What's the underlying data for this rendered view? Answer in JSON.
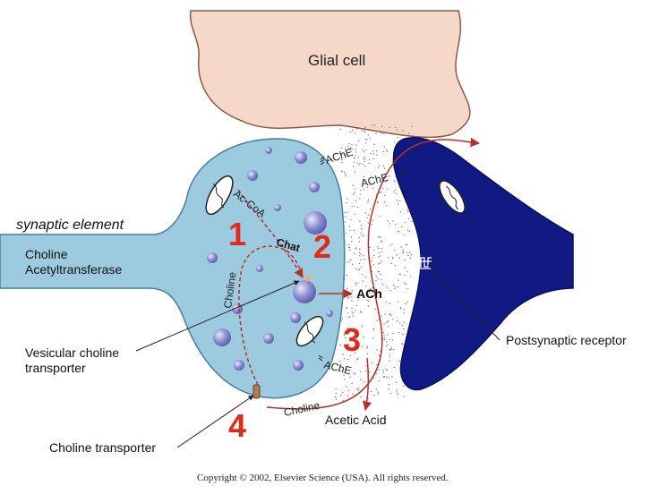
{
  "colors": {
    "glial": "#f6d8c8",
    "presynaptic": "#9ccbe0",
    "postsynaptic": "#101a82",
    "vesicle": "#7d80c8",
    "arrow": "#b5302a",
    "step_number": "#e02a1c"
  },
  "glial_cell": {
    "label": "Glial cell"
  },
  "presynaptic": {
    "title": "synaptic element",
    "enzyme_label_line1": "Choline",
    "enzyme_label_line2": "Acetyltransferase",
    "acoa": "Ac-CoA",
    "chat": "Chat",
    "choline_inside": "Choline",
    "ach": "ACh"
  },
  "cleft": {
    "ache_top": "AChE",
    "ache_post": "AChE",
    "ache_bottom": "AChE",
    "choline_return": "Choline",
    "acetic_acid": "Acetic Acid"
  },
  "labels": {
    "vesicular_line1": "Vesicular choline",
    "vesicular_line2": "transporter",
    "choline_transporter": "Choline transporter",
    "postsynaptic_receptor": "Postsynaptic receptor"
  },
  "steps": [
    "1",
    "2",
    "3",
    "4"
  ],
  "copyright": "Copyright © 2002, Elsevier Science (USA). All rights reserved."
}
